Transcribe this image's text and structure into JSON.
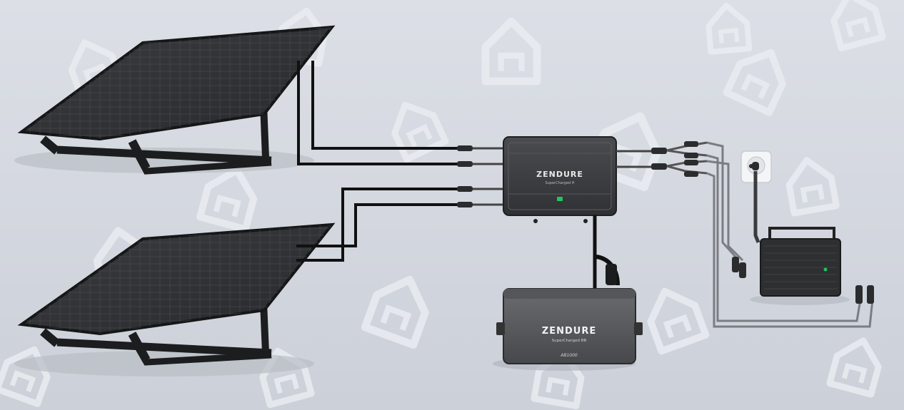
{
  "diagram": {
    "hub": {
      "brand": "ZENDURE",
      "model_line": "SuperCharged H"
    },
    "battery": {
      "brand": "ZENDURE",
      "model_line": "SuperCharged BB",
      "model": "AB1000"
    },
    "colors": {
      "background": "#d4d8e0",
      "watermark": "#e6e9ef",
      "panel": "#2f3134",
      "panel_frame": "#1b1c1e",
      "cable": "#111111",
      "device": "#3d3f42",
      "device_dark": "#222426",
      "status_led": "#22c55e"
    },
    "components": [
      {
        "name": "solar-panel",
        "count": 2
      },
      {
        "name": "hub-controller",
        "count": 1
      },
      {
        "name": "battery-pack",
        "count": 1
      },
      {
        "name": "micro-inverter",
        "count": 1
      },
      {
        "name": "wall-socket",
        "count": 1
      }
    ]
  }
}
